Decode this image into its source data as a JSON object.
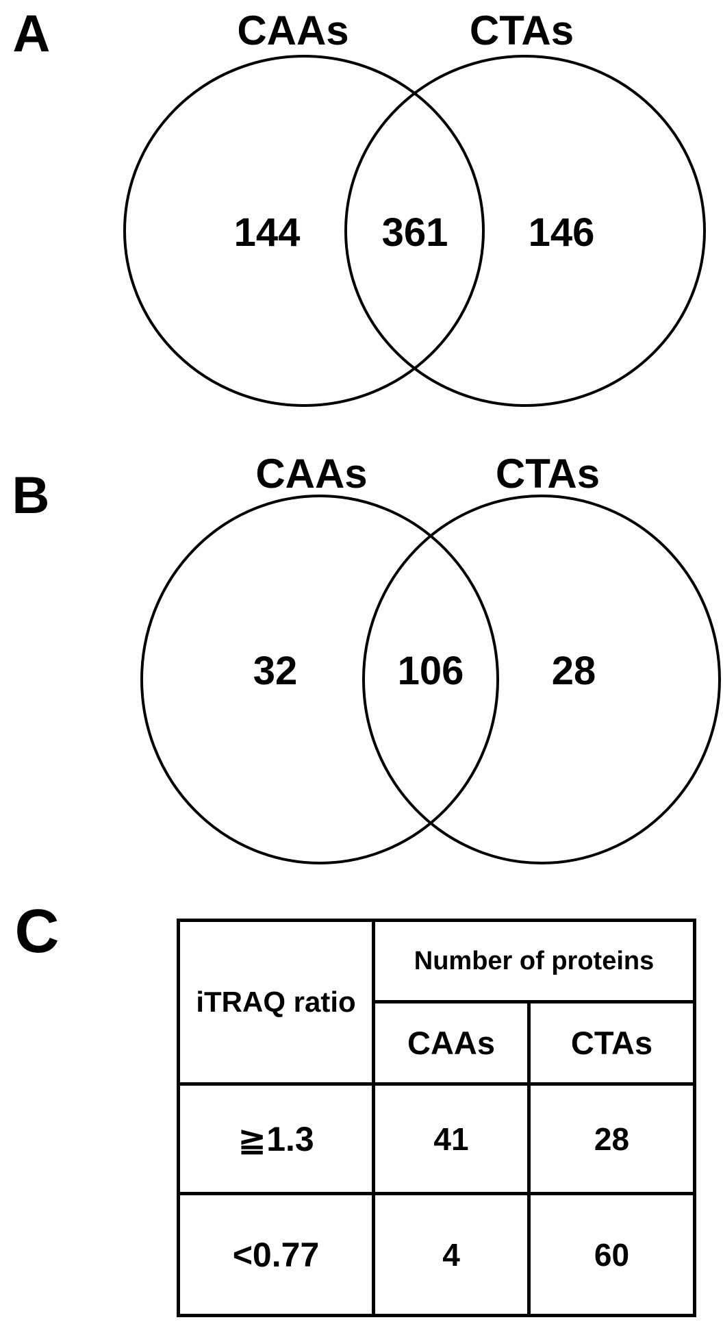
{
  "figure": {
    "background": "#ffffff",
    "ink": "#000000",
    "panels": {
      "a": {
        "label": "A",
        "left_set": "CAAs",
        "right_set": "CTAs",
        "left_only": "144",
        "overlap": "361",
        "right_only": "146"
      },
      "b": {
        "label": "B",
        "left_set": "CAAs",
        "right_set": "CTAs",
        "left_only": "32",
        "overlap": "106",
        "right_only": "28"
      },
      "c": {
        "label": "C",
        "corner_header": "iTRAQ ratio",
        "group_header": "Number of proteins",
        "col_header_left": "CAAs",
        "col_header_right": "CTAs",
        "rows": [
          {
            "ratio": "≧1.3",
            "caas": "41",
            "ctas": "28"
          },
          {
            "ratio": "<0.77",
            "caas": "4",
            "ctas": "60"
          }
        ]
      }
    }
  },
  "chart_data": [
    {
      "type": "venn",
      "panel": "A",
      "sets": [
        "CAAs",
        "CTAs"
      ],
      "values": {
        "CAAs_only": 144,
        "overlap": 361,
        "CTAs_only": 146
      }
    },
    {
      "type": "venn",
      "panel": "B",
      "sets": [
        "CAAs",
        "CTAs"
      ],
      "values": {
        "CAAs_only": 32,
        "overlap": 106,
        "CTAs_only": 28
      }
    },
    {
      "type": "table",
      "panel": "C",
      "row_header": "iTRAQ ratio",
      "group_header": "Number of proteins",
      "columns": [
        "CAAs",
        "CTAs"
      ],
      "rows": [
        [
          "≧1.3",
          41,
          28
        ],
        [
          "<0.77",
          4,
          60
        ]
      ]
    }
  ]
}
